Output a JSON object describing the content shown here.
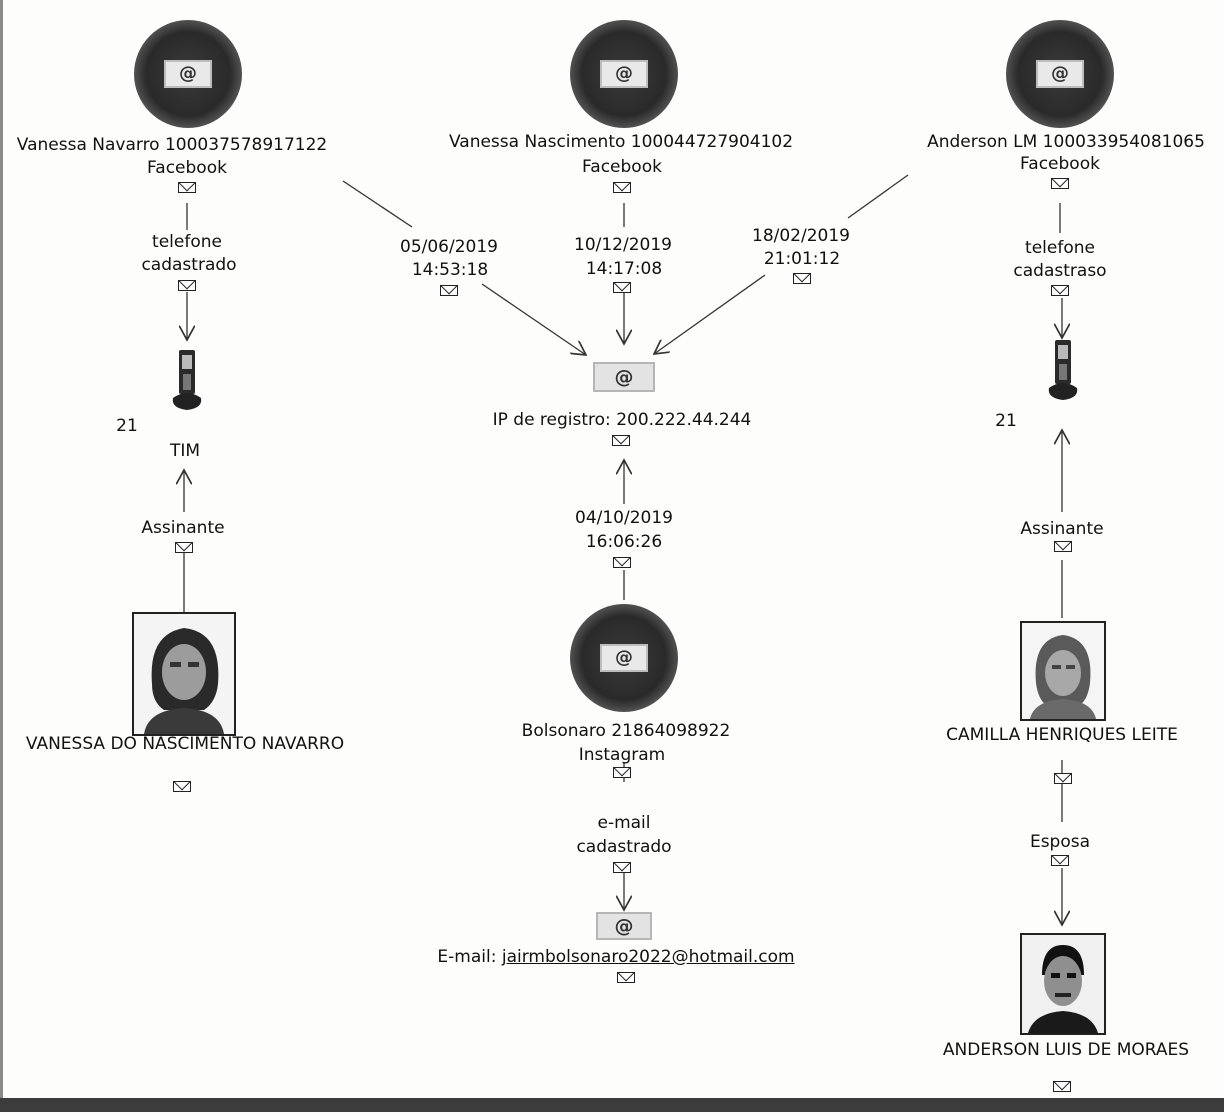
{
  "nodes": {
    "vanessa_navarro": {
      "name": "Vanessa Navarro 100037578917122",
      "platform": "Facebook"
    },
    "vanessa_nascimento": {
      "name": "Vanessa Nascimento 100044727904102",
      "platform": "Facebook"
    },
    "anderson_lm": {
      "name": "Anderson LM 100033954081065",
      "platform": "Facebook"
    },
    "ip": {
      "label": "IP de registro: 200.222.44.244"
    },
    "bolsonaro": {
      "name": "Bolsonaro 21864098922",
      "platform": "Instagram"
    },
    "email": {
      "prefix": "E-mail: ",
      "value": "jairmbolsonaro2022@hotmail.com"
    },
    "phone_left": {
      "ddd": "21",
      "carrier": "TIM"
    },
    "phone_right": {
      "ddd": "21"
    },
    "person_vanessa": {
      "name": "VANESSA DO NASCIMENTO NAVARRO"
    },
    "person_camilla": {
      "name": "CAMILLA HENRIQUES LEITE"
    },
    "person_anderson": {
      "name": "ANDERSON LUIS DE MORAES"
    }
  },
  "edges": {
    "left_phone": {
      "line1": "telefone",
      "line2": "cadastrado"
    },
    "right_phone": {
      "line1": "telefone",
      "line2": "cadastraso"
    },
    "left_subscriber": "Assinante",
    "right_subscriber": "Assinante",
    "spouse": "Esposa",
    "ip_navarro": {
      "date": "05/06/2019",
      "time": "14:53:18"
    },
    "ip_nascimento": {
      "date": "10/12/2019",
      "time": "14:17:08"
    },
    "ip_anderson": {
      "date": "18/02/2019",
      "time": "21:01:12"
    },
    "ip_bolsonaro": {
      "date": "04/10/2019",
      "time": "16:06:26"
    },
    "email_edge": {
      "line1": "e-mail",
      "line2": "cadastrado"
    }
  },
  "icons": {
    "globe": "at-sign-globe-icon",
    "envelope": "envelope-icon",
    "phone": "mobile-phone-icon",
    "at": "@"
  }
}
